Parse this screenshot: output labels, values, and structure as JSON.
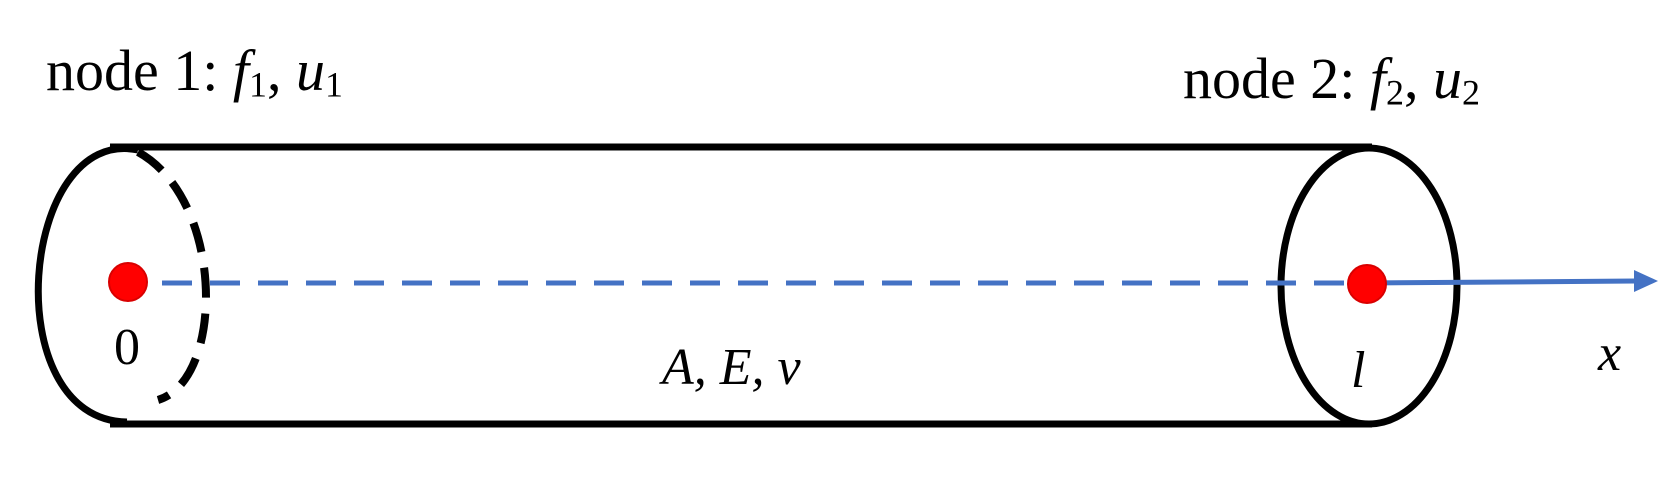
{
  "node1": {
    "name": "node 1:",
    "force_sym": "f",
    "force_sub": "1",
    "sep": ",",
    "disp_sym": "u",
    "disp_sub": "1"
  },
  "node2": {
    "name": "node 2:",
    "force_sym": "f",
    "force_sub": "2",
    "sep": ",",
    "disp_sym": "u",
    "disp_sub": "2"
  },
  "origin_label": "0",
  "end_label": "l",
  "properties_label": "A, E, v",
  "axis_label": "x",
  "colors": {
    "outline": "#000000",
    "axis": "#4472c4",
    "node": "#ff0000"
  }
}
